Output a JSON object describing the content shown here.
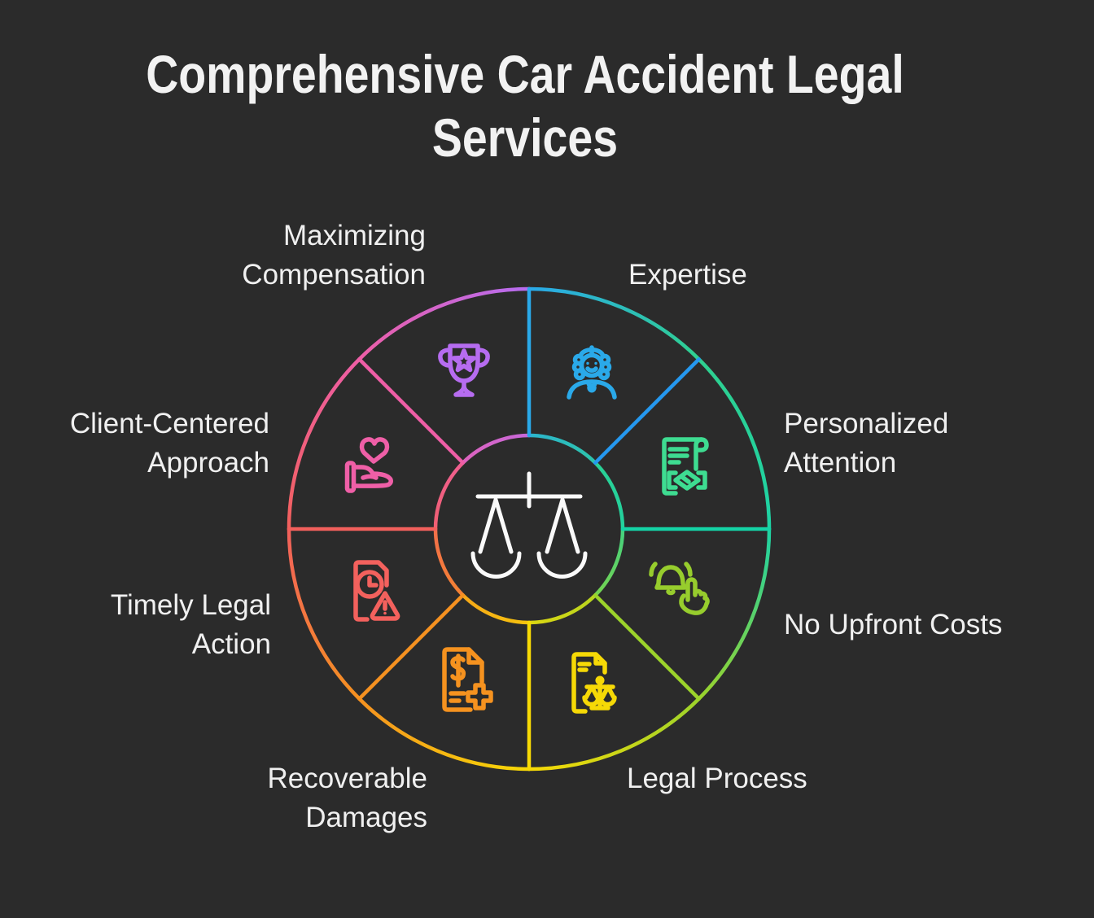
{
  "page": {
    "background": "#2b2b2b"
  },
  "title": {
    "lines": [
      "Comprehensive Car Accident Legal",
      "Services"
    ],
    "color": "#f2f2f2"
  },
  "center_icon": {
    "name": "scales-of-justice-icon",
    "color": "#fafafa"
  },
  "wheel": {
    "boundary_colors": [
      "#2AA9E9",
      "#2FD08F",
      "#1ED2A4",
      "#9CD32B",
      "#F7D906",
      "#F59120",
      "#F2605C",
      "#EE5EA6",
      "#B66CF0"
    ],
    "divider_colors": [
      "#2AA9E9",
      "#2598EF",
      "#14D3A6",
      "#9CD32B",
      "#F8DA05",
      "#F59120",
      "#F2605C",
      "#EE5EA6"
    ]
  },
  "segments": [
    {
      "label": "Expertise",
      "label_lines": [
        "Expertise"
      ],
      "icon": "judge-icon",
      "color": "#2AA9E9"
    },
    {
      "label": "Personalized Attention",
      "label_lines": [
        "Personalized",
        "Attention"
      ],
      "icon": "contract-handshake-icon",
      "color": "#3EDC91"
    },
    {
      "label": "No Upfront Costs",
      "label_lines": [
        "No Upfront Costs"
      ],
      "icon": "bell-hand-icon",
      "color": "#97CD2D"
    },
    {
      "label": "Legal Process",
      "label_lines": [
        "Legal Process"
      ],
      "icon": "document-scales-icon",
      "color": "#F6D906"
    },
    {
      "label": "Recoverable Damages",
      "label_lines": [
        "Recoverable",
        "Damages"
      ],
      "icon": "medical-bill-icon",
      "color": "#F5921F"
    },
    {
      "label": "Timely Legal Action",
      "label_lines": [
        "Timely Legal",
        "Action"
      ],
      "icon": "document-deadline-warning-icon",
      "color": "#F3615D"
    },
    {
      "label": "Client-Centered Approach",
      "label_lines": [
        "Client-Centered",
        "Approach"
      ],
      "icon": "heart-in-hand-icon",
      "color": "#EF5FA7"
    },
    {
      "label": "Maximizing Compensation",
      "label_lines": [
        "Maximizing",
        "Compensation"
      ],
      "icon": "trophy-icon",
      "color": "#B66CF0"
    }
  ]
}
